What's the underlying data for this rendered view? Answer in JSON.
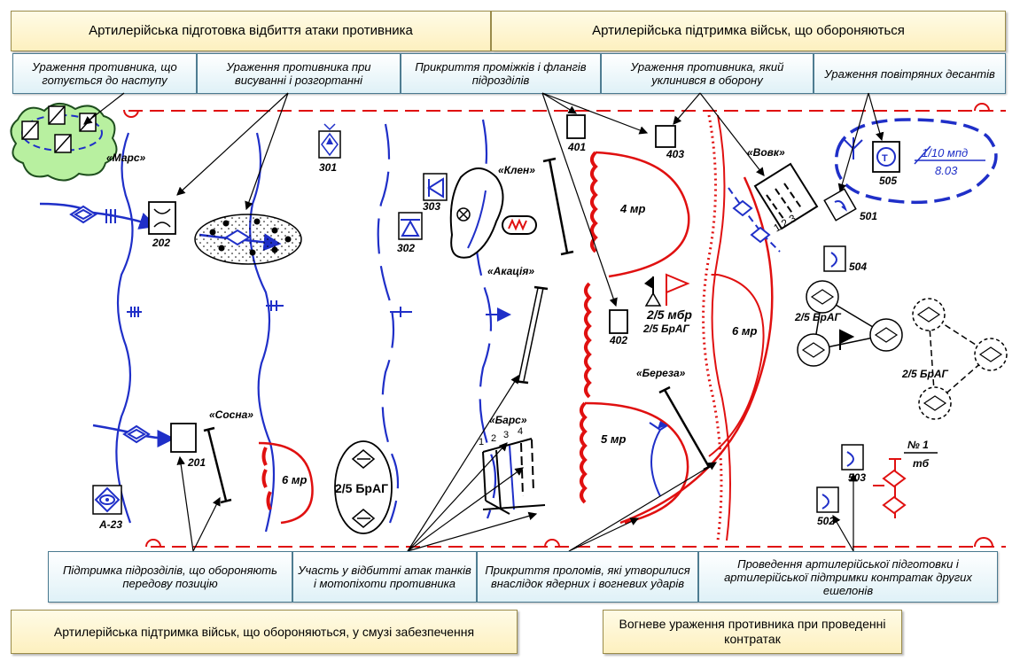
{
  "top_headers": [
    "Артилерійська підготовка відбиття атаки противника",
    "Артилерійська підтримка військ, що обороняються"
  ],
  "top_subs": [
    "Ураження противника, що готується до наступу",
    "Ураження противника при висуванні і розгортанні",
    "Прикриття проміжків і флангів підрозділів",
    "Ураження противника, який уклинився в оборону",
    "Ураження повітряних десантів"
  ],
  "bottom_subs": [
    "Підтримка підрозділів, що обороняють передову позицію",
    "Участь у відбитті атак танків і мотопіхоти противника",
    "Прикриття проломів, які утворилися внаслідок ядерних і вогневих ударів",
    "Проведення артилерійської підготовки і артилерійської підтримки контратак других ешелонів"
  ],
  "bottom_headers": [
    "Артилерійська підтримка військ, що обороняються, у смузі забезпечення",
    "Вогневе ураження противника при проведенні контратак"
  ],
  "map_labels": {
    "mars": "«Марс»",
    "sosna": "«Сосна»",
    "klen": "«Клен»",
    "akatsia": "«Акація»",
    "bars": "«Барс»",
    "bereza": "«Береза»",
    "vovk": "«Вовк»",
    "u202": "202",
    "u201": "201",
    "u301": "301",
    "u302": "302",
    "u303": "303",
    "u401": "401",
    "u402": "402",
    "u403": "403",
    "u501": "501",
    "u502": "502",
    "u503": "503",
    "u504": "504",
    "u505": "505",
    "a23": "А-23",
    "mr4": "4 мр",
    "mr5": "5 мр",
    "mr6a": "6 мр",
    "mr6b": "6 мр",
    "mbr": "2/5 мбр",
    "brag1": "2/5 БрАГ",
    "brag2": "2/5 БрАГ",
    "brag3": "2/5 БрАГ",
    "brag4": "2/5 БрАГ",
    "mpd": "1/10 мпд",
    "mpd_date": "8.03",
    "no1": "№ 1",
    "tb": "тб",
    "bars_nums": [
      "1",
      "2",
      "3",
      "4"
    ],
    "vovk_nums": "1 2 3",
    "t_letter": "Т"
  },
  "colors": {
    "blue": "#1f2fc8",
    "red": "#e01010",
    "header_bg": "#fdf0bf",
    "sub_bg": "#dff1f7"
  }
}
